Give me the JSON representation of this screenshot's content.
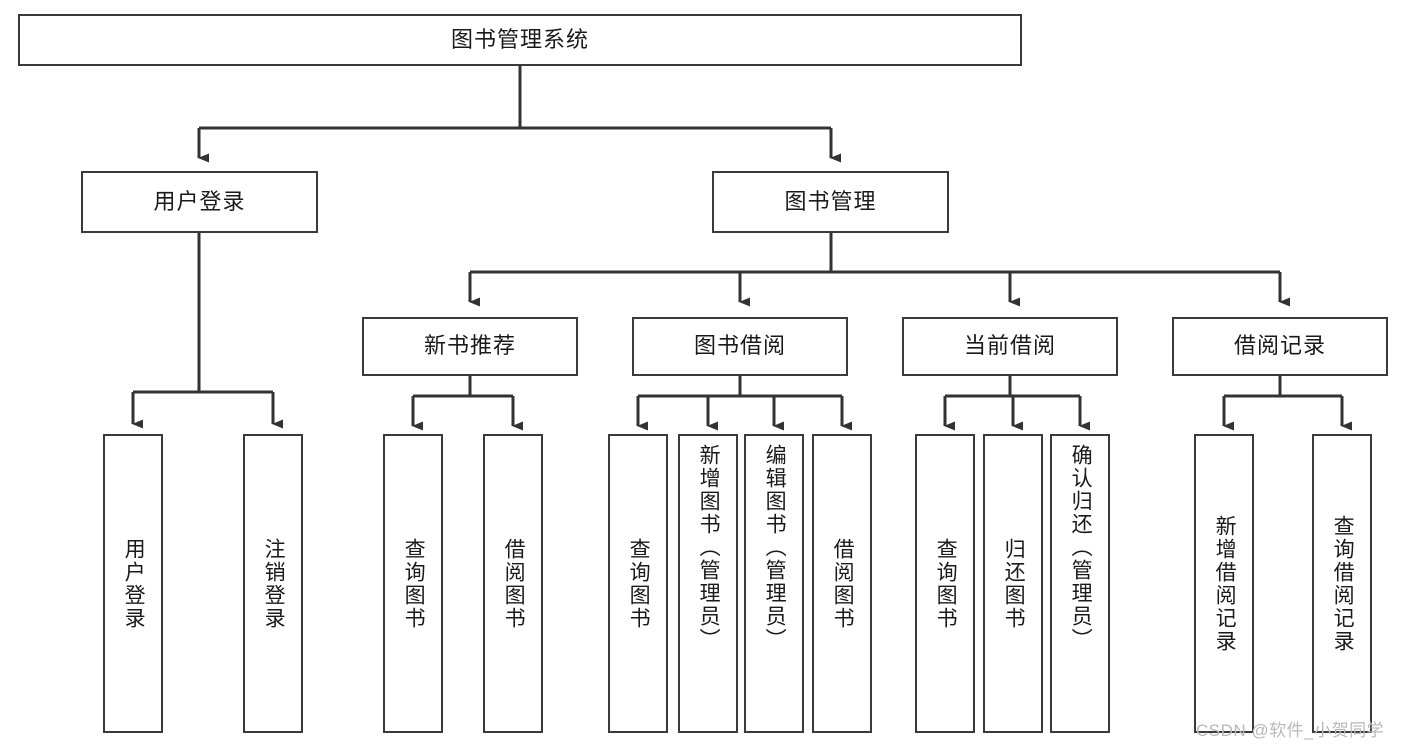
{
  "diagram": {
    "title": "图书管理系统",
    "type": "tree-hierarchy",
    "colors": {
      "box_border": "#3a3a3a",
      "box_fill": "#ffffff",
      "connector": "#333333",
      "text": "#1a1a1a",
      "watermark": "#b9b9b9",
      "background": "#ffffff"
    },
    "levels": {
      "root": {
        "label": "图书管理系统"
      },
      "level2": [
        {
          "label": "用户登录"
        },
        {
          "label": "图书管理"
        }
      ],
      "level3": [
        {
          "label": "新书推荐"
        },
        {
          "label": "图书借阅"
        },
        {
          "label": "当前借阅"
        },
        {
          "label": "借阅记录"
        }
      ],
      "leaves": {
        "user_login": [
          {
            "label": "用户登录"
          },
          {
            "label": "注销登录"
          }
        ],
        "new_book_recommend": [
          {
            "label": "查询图书"
          },
          {
            "label": "借阅图书"
          }
        ],
        "book_borrow": [
          {
            "label": "查询图书"
          },
          {
            "label": "新增图书（管理员）"
          },
          {
            "label": "编辑图书（管理员）"
          },
          {
            "label": "借阅图书"
          }
        ],
        "current_borrow": [
          {
            "label": "查询图书"
          },
          {
            "label": "归还图书"
          },
          {
            "label": "确认归还（管理员）"
          }
        ],
        "borrow_record": [
          {
            "label": "新增借阅记录"
          },
          {
            "label": "查询借阅记录"
          }
        ]
      }
    },
    "watermark": "CSDN @软件_小贺同学"
  }
}
